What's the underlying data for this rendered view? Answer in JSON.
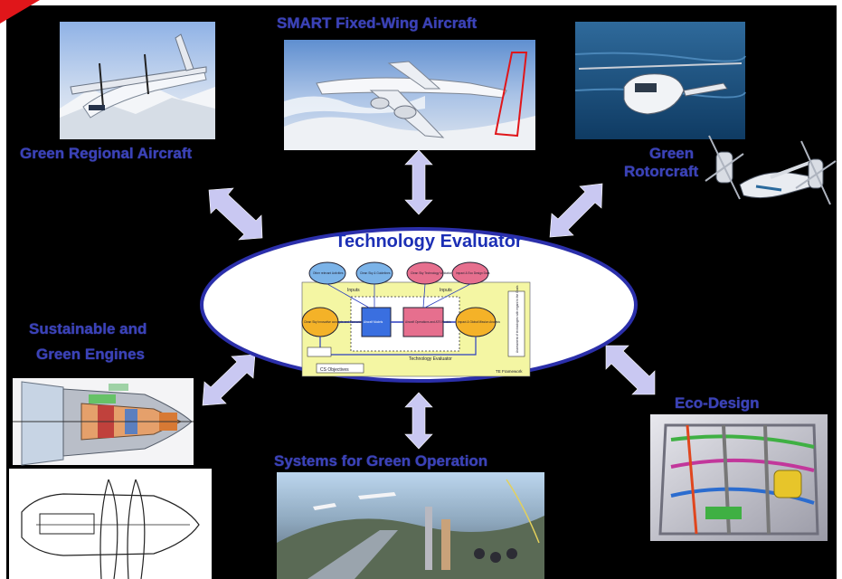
{
  "center": {
    "title": "Technology Evaluator",
    "flowchart": {
      "inputs": [
        "Other relevant Activities",
        "Clean Sky & Guidelines",
        "Clean Sky Technology Validation",
        "Impact & Eco Design Data"
      ],
      "blocks": [
        "Clean Sky Innovative concepts and Scenarios",
        "Aircraft Models",
        "Aircraft Operations and ATS Models",
        "Impact & Global Mission Analysis"
      ],
      "inputs_label": "Inputs",
      "loop_label": "Technology Evaluator",
      "objectives_label": "CS Objectives",
      "side_text": "Assessment of technologies with regard to the Goals",
      "footer": "TE Framework"
    }
  },
  "nodes": [
    {
      "id": "green-regional",
      "label": "Green Regional Aircraft"
    },
    {
      "id": "smart-fixed-wing",
      "label": "SMART Fixed-Wing Aircraft"
    },
    {
      "id": "green-rotorcraft",
      "label_line1": "Green",
      "label_line2": "Rotorcraft"
    },
    {
      "id": "sge",
      "label_line1": "Sustainable and",
      "label_line2": "Green Engines"
    },
    {
      "id": "eco-design",
      "label": "Eco-Design"
    },
    {
      "id": "systems-green-op",
      "label": "Systems for Green Operation"
    }
  ],
  "colors": {
    "background": "#000000",
    "label_blue": "#3b42b8",
    "arrow_fill": "#c9c8f2",
    "ellipse_stroke": "#2b2faa",
    "corner_red": "#e0161a"
  }
}
